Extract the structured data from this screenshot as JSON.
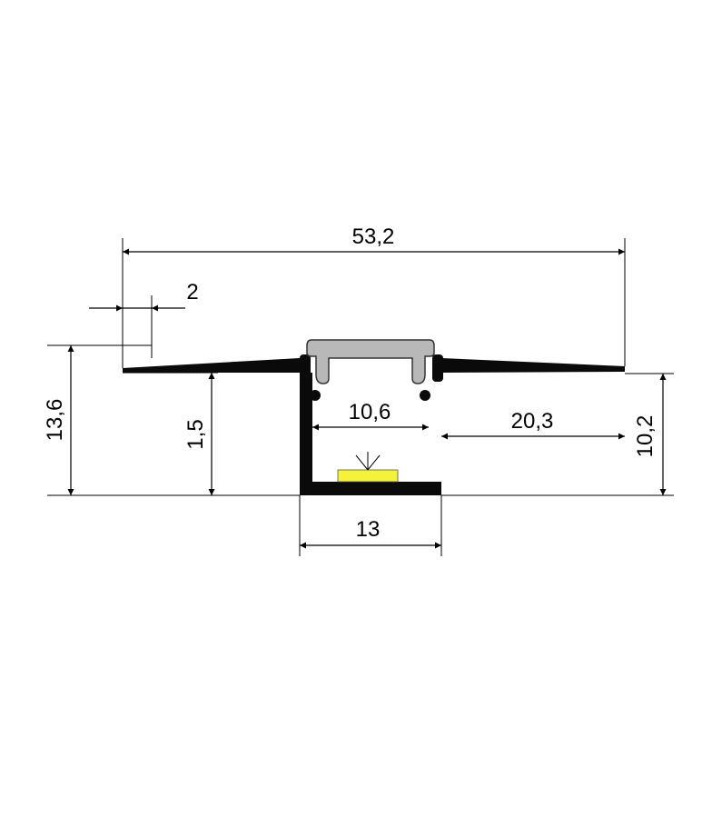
{
  "dimensions": {
    "overall_width": "53,2",
    "flange_thickness": "2",
    "total_height": "13,6",
    "flange_offset": "1,5",
    "channel_inner_width": "10,6",
    "wing_width": "20,3",
    "channel_height": "10,2",
    "channel_outer_width": "13"
  },
  "colors": {
    "profile": "#0a0a0a",
    "diffuser": "#b8b8b8",
    "led_strip": "#f4f23a",
    "lines": "#000000"
  }
}
